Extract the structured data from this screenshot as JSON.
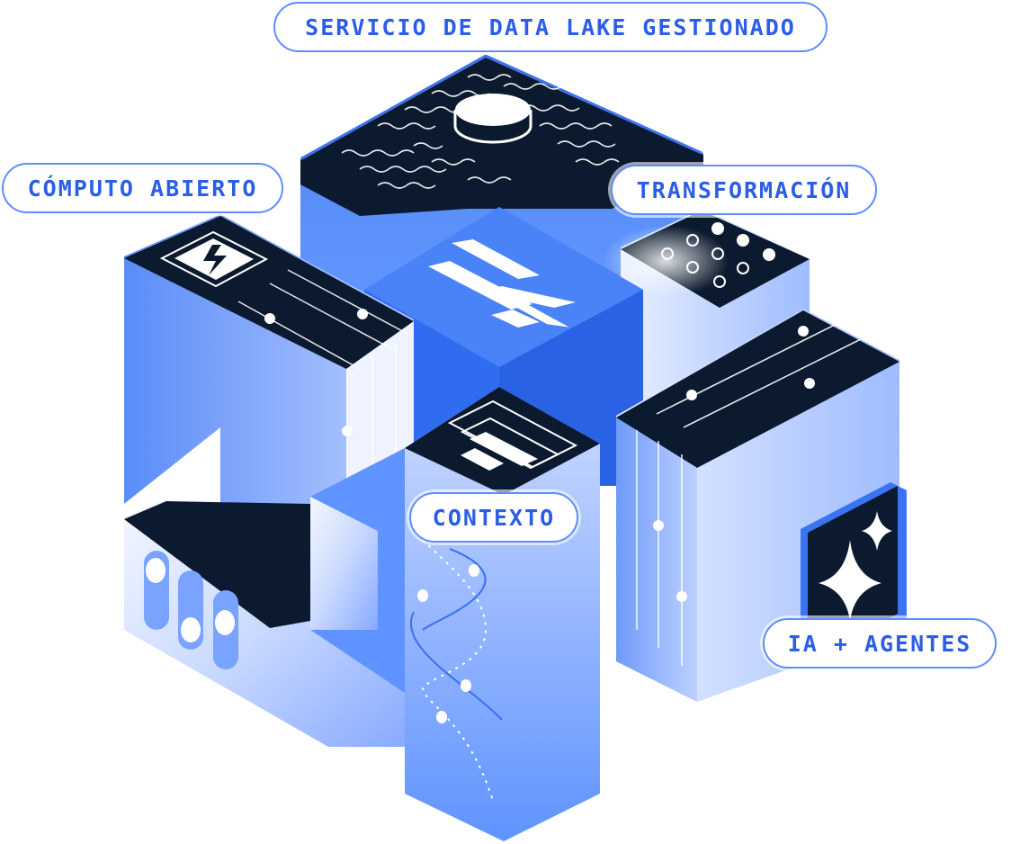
{
  "labels": {
    "data_lake": "SERVICIO DE DATA LAKE GESTIONADO",
    "open_compute": "CÓMPUTO ABIERTO",
    "transformation": "TRANSFORMACIÓN",
    "context": "CONTEXTO",
    "ai_agents": "IA + AGENTES"
  },
  "colors": {
    "brand_blue": "#2b5ee8",
    "block_blue": "#4f86f7",
    "block_light": "#dfe9ff",
    "dark_top": "#0b1a2e",
    "pill_border": "#5f8dff"
  },
  "icons": [
    "lake-waves-icon",
    "database-icon",
    "chip-lightning-icon",
    "dot-grid-icon",
    "logo-stripes-icon",
    "bar-chart-icon",
    "sparkle-icon",
    "toggle-switch-icon"
  ]
}
